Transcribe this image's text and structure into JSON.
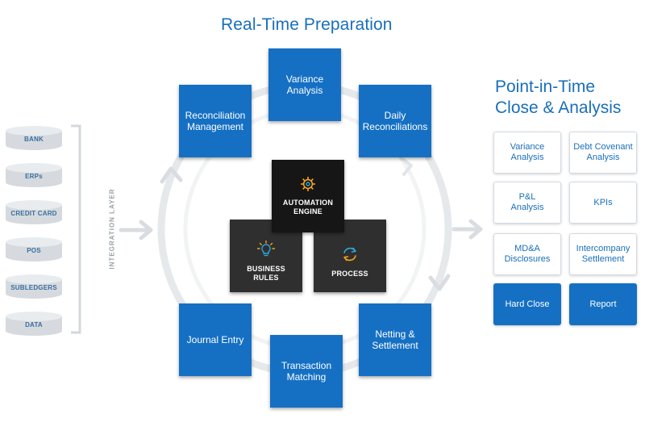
{
  "titles": {
    "top": "Real-Time Preparation",
    "right_line1": "Point-in-Time",
    "right_line2": "Close & Analysis"
  },
  "sources": [
    "BANK",
    "ERPs",
    "CREDIT CARD",
    "POS",
    "SUBLEDGERS",
    "DATA"
  ],
  "integration_label": "INTEGRATION LAYER",
  "cycle": {
    "variance_analysis": "Variance Analysis",
    "daily_reconciliations": "Daily Reconciliations",
    "reconciliation_management": "Reconciliation Management",
    "journal_entry": "Journal Entry",
    "transaction_matching": "Transaction Matching",
    "netting_settlement": "Netting & Settlement"
  },
  "core": {
    "automation_engine": "AUTOMATION ENGINE",
    "business_rules": "BUSINESS RULES",
    "process": "PROCESS"
  },
  "close_analysis": {
    "variance_analysis": "Variance Analysis",
    "debt_covenant_analysis": "Debt Covenant Analysis",
    "pl_analysis": "P&L Analysis",
    "kpis": "KPIs",
    "mda_disclosures": "MD&A Disclosures",
    "intercompany_settlement": "Intercompany Settlement",
    "hard_close": "Hard Close",
    "report": "Report"
  },
  "colors": {
    "brand_blue": "#1570c4",
    "title_blue": "#1a6fb8",
    "dark_box": "#2f2f2f",
    "black_box": "#161616",
    "icon_orange": "#f3a21b",
    "icon_blue": "#2ea8e0",
    "connector_gray": "#d9dde1"
  },
  "icons": [
    "gear-icon",
    "lightbulb-icon",
    "refresh-icon"
  ]
}
